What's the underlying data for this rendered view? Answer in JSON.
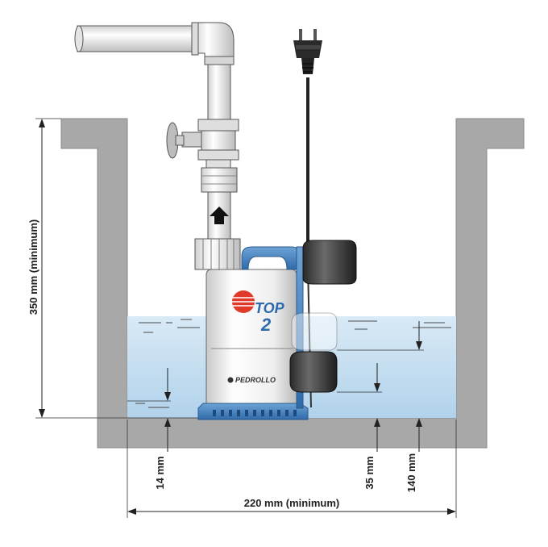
{
  "dimensions": {
    "height": "350 mm (minimum)",
    "width": "220 mm (minimum)",
    "min_level": "14 mm",
    "float_low": "35 mm",
    "float_high": "140 mm"
  },
  "pump": {
    "brand": "PEDROLLO",
    "model_top": "TOP",
    "model_num": "2"
  },
  "colors": {
    "wall": "#a8a8a8",
    "water_top": "#d6e8f4",
    "water_bottom": "#b3d4ec",
    "pump_blue": "#3f7fc0",
    "pipe": "#e8e8e8"
  }
}
